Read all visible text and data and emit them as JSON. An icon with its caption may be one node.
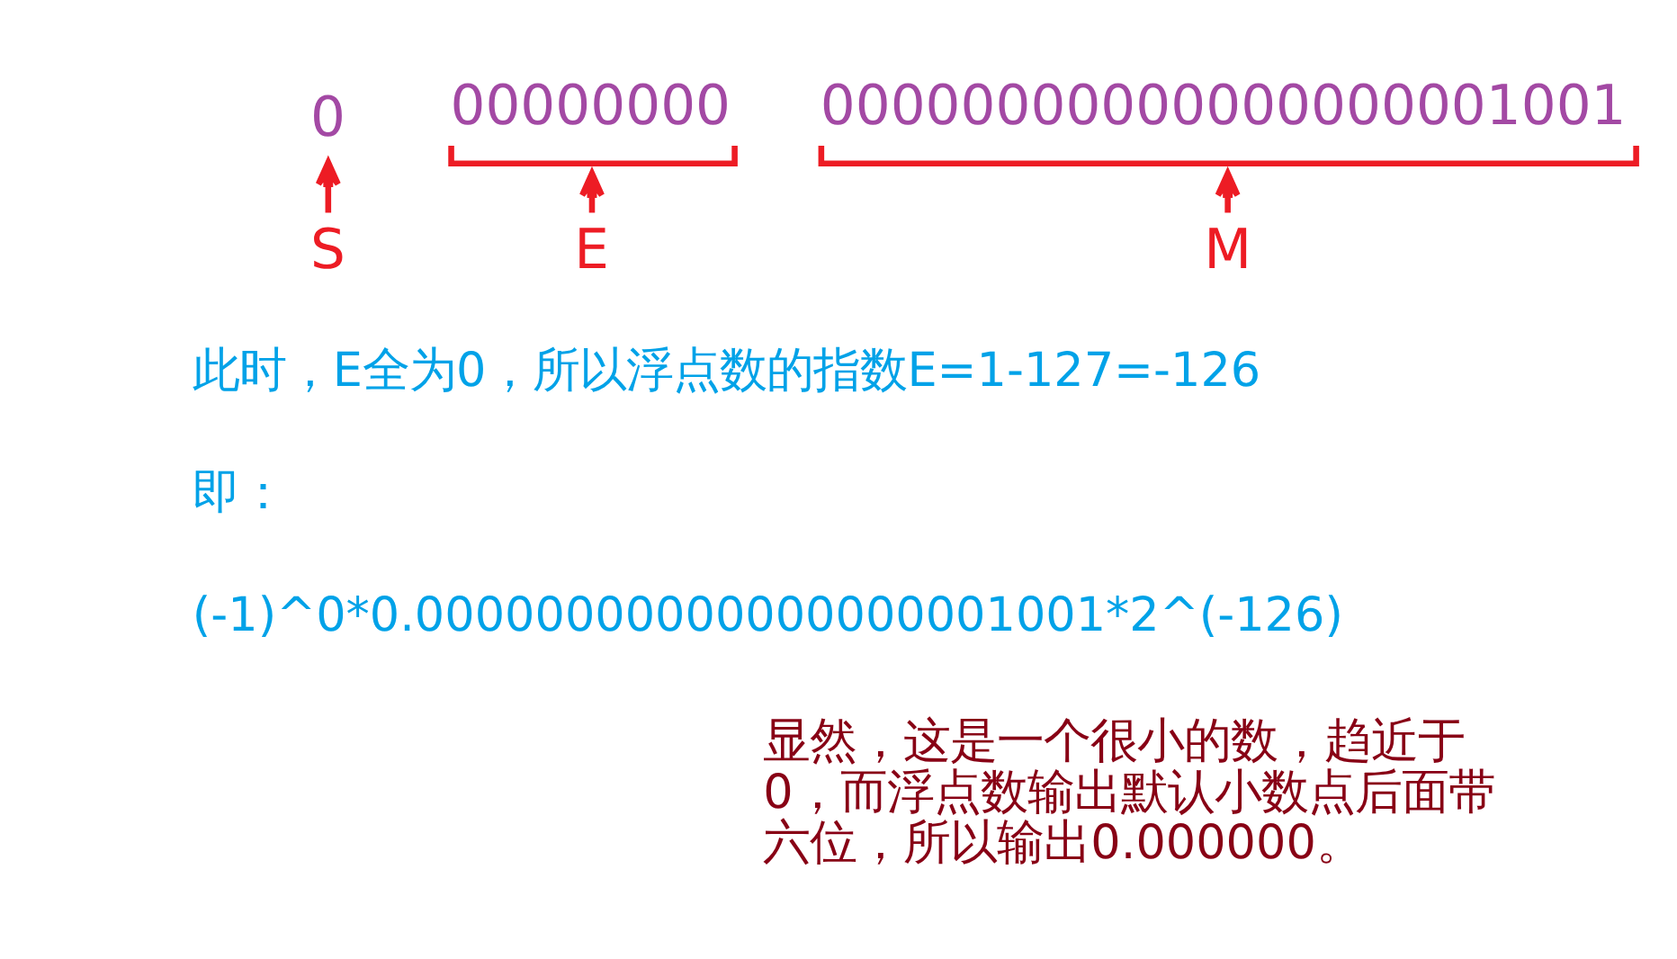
{
  "diagram": {
    "nodes": [
      {
        "text": [
          "0"
        ]
      },
      {
        "text": [
          "00000000"
        ]
      },
      {
        "text": [
          "00000000000000000001001"
        ]
      },
      {
        "text": [
          "S"
        ]
      },
      {
        "text": [
          "E"
        ]
      },
      {
        "text": [
          "M"
        ]
      }
    ],
    "edges": [
      {
        "from": 3,
        "to": 0,
        "arrow": "to"
      },
      {
        "from": 4,
        "to": 1,
        "arrow": "to"
      },
      {
        "from": 5,
        "to": 2,
        "arrow": "to"
      }
    ],
    "labels": [
      "此时，E全为0，所以浮点数的指数E=1-127=-126",
      "即：",
      "(-1)^0*0.00000000000000000001001*2^(-126)",
      "显然，这是一个很小的数，趋近于0，而浮点数输出默认小数点后面带六位，所以输出0.000000。"
    ]
  }
}
